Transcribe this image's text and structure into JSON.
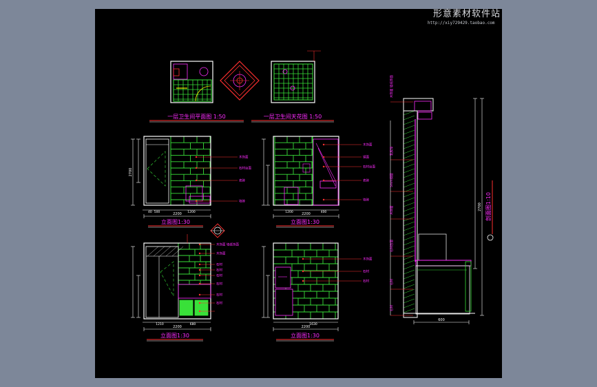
{
  "watermark": {
    "brand": "形意素材软件站",
    "url": "http://xiy729429.taobao.com"
  },
  "titles": {
    "plan": "一层卫生间平面图 1:50",
    "ceiling": "一层卫生间天花图 1:50",
    "elev1": "立面图1:30",
    "elev2": "立面图1:30",
    "elev3": "立面图1:30",
    "elev4": "立面图1:30",
    "section": "剖面图1:10"
  },
  "annotations": {
    "e1": [
      "木饰面",
      "石材台面",
      "瓷砖",
      "墙砖"
    ],
    "e2": [
      "木饰面",
      "镜面",
      "石材台面",
      "瓷砖",
      "墙砖"
    ],
    "e3": [
      "木饰面 墙纸饰面",
      "木饰面",
      "石材",
      "石材",
      "石材",
      "石材",
      "石材",
      "石材"
    ],
    "e4": [
      "木饰面",
      "石材",
      "石材"
    ],
    "section_left": [
      "木饰面 墙纸饰面",
      "乳胶漆",
      "5mm镜面",
      "木饰面",
      "石材台面",
      "石材",
      "石材"
    ]
  },
  "dims": {
    "e1_bottom": [
      "500",
      "1200"
    ],
    "e1_total": "2200",
    "e1_height": "2700",
    "e2_bottom": [
      "1200",
      "400"
    ],
    "e2_total": "2200",
    "e3_bottom": [
      "1210",
      "680"
    ],
    "e3_total": "2200",
    "e4_bottom": [
      "1630"
    ],
    "e4_total": "2200",
    "section_bottom": "600",
    "section_height": "2700"
  },
  "colors": {
    "background": "#7d8799",
    "canvas": "#000000",
    "tile": "#39e039",
    "magenta": "#ff2cff",
    "red": "#ff3030",
    "white": "#ffffff",
    "cyan": "#26e0e0",
    "yellow": "#f0f000"
  }
}
